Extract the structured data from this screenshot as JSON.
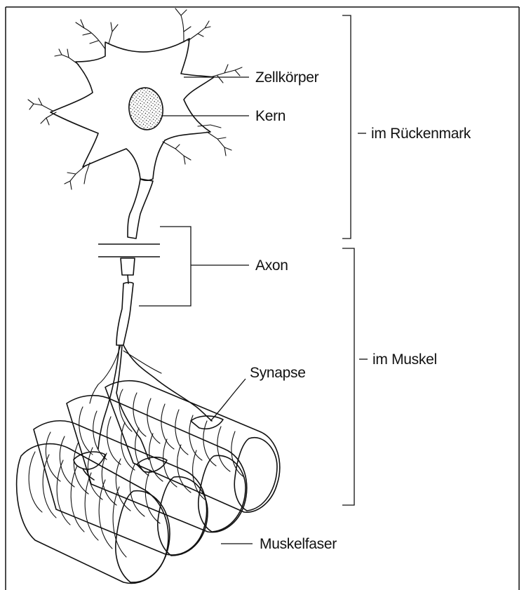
{
  "labels": {
    "cell_body": "Zellkörper",
    "nucleus": "Kern",
    "spinal_cord": "im Rückenmark",
    "axon": "Axon",
    "muscle": "im Muskel",
    "synapse": "Synapse",
    "muscle_fiber": "Muskelfaser"
  },
  "colors": {
    "ink": "#111111",
    "background": "#ffffff"
  }
}
